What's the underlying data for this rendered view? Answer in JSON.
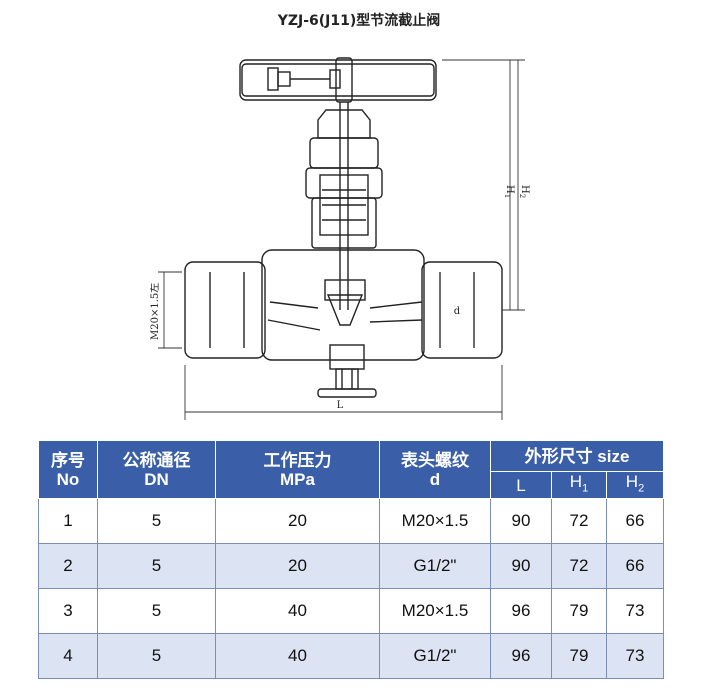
{
  "title": "YZJ-6(J11)型节流截止阀",
  "drawing": {
    "label_H1": "H",
    "label_H1_sub": "1",
    "label_H2": "H",
    "label_H2_sub": "2",
    "label_L": "L",
    "label_d": "d",
    "label_thread": "M20×1.5左"
  },
  "table": {
    "headers": {
      "no_cn": "序号",
      "no_en": "No",
      "dn_cn": "公称通径",
      "dn_en": "DN",
      "mpa_cn": "工作压力",
      "mpa_en": "MPa",
      "d_cn": "表头螺纹",
      "d_en": "d",
      "size": "外形尺寸 size",
      "L": "L",
      "H1": "H",
      "H1_sub": "1",
      "H2": "H",
      "H2_sub": "2"
    },
    "rows": [
      {
        "no": "1",
        "dn": "5",
        "mpa": "20",
        "d": "M20×1.5",
        "L": "90",
        "H1": "72",
        "H2": "66"
      },
      {
        "no": "2",
        "dn": "5",
        "mpa": "20",
        "d": "G1/2\"",
        "L": "90",
        "H1": "72",
        "H2": "66"
      },
      {
        "no": "3",
        "dn": "5",
        "mpa": "40",
        "d": "M20×1.5",
        "L": "96",
        "H1": "79",
        "H2": "73"
      },
      {
        "no": "4",
        "dn": "5",
        "mpa": "40",
        "d": "G1/2\"",
        "L": "96",
        "H1": "79",
        "H2": "73"
      }
    ]
  },
  "colors": {
    "header_bg": "#3a5fa8",
    "alt_row_bg": "#dce3f2"
  }
}
